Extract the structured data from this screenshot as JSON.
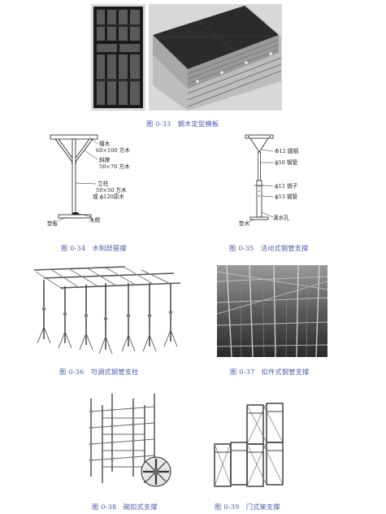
{
  "figures": {
    "f33": {
      "caption": "图 0-33　钢木定型模板"
    },
    "f34": {
      "caption": "图 0-34　木制琵琶撑",
      "labels": {
        "beam": "帽木",
        "beam_size": "60×100 方木",
        "brace": "斜撑",
        "brace_size": "50×70 方木",
        "post": "立柱",
        "post_size": "50×50 方木",
        "post_alt": "或 ϕ120原木",
        "pad": "垫板",
        "wedge": "木楔"
      }
    },
    "f35": {
      "caption": "图 0-35　活动式钢管支撑",
      "labels": {
        "rod": "Φ12 圆钢",
        "outer_pipe": "ϕ50 钢管",
        "pin": "ϕ12 销子",
        "inner_pipe": "ϕ53 钢管",
        "pad": "垫木",
        "hole": "滴水孔"
      }
    },
    "f36": {
      "caption": "图 0-36　可调式钢管支柱"
    },
    "f37": {
      "caption": "图 0-37　扣件式钢管支撑"
    },
    "f38": {
      "caption": "图 0-38　碗扣式支撑"
    },
    "f39": {
      "caption": "图 0-39　门式架支撑"
    }
  }
}
